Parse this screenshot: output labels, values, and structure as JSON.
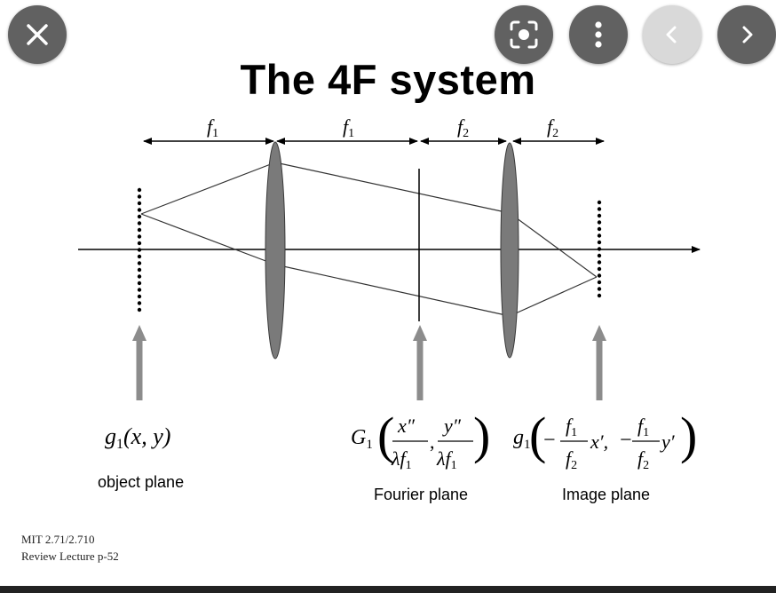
{
  "viewer_controls": {
    "close_icon": "close-icon",
    "lens_icon": "visual-search-icon",
    "more_icon": "more-vertical-icon",
    "prev_icon": "chevron-left-icon",
    "next_icon": "chevron-right-icon"
  },
  "slide": {
    "title": "The 4F system",
    "distance_labels": [
      "f",
      "1",
      "f",
      "1",
      "f",
      "2",
      "f",
      "2"
    ],
    "object_formula": {
      "g": "g",
      "sub": "1",
      "args": "(x, y)"
    },
    "fourier_formula": {
      "G": "G",
      "sub": "1",
      "x_num": "x″",
      "y_num": "y″",
      "den_lambda": "λf",
      "den_sub": "1"
    },
    "image_formula": {
      "g": "g",
      "sub": "1",
      "f_num": "f",
      "f_num_sub": "1",
      "f_den": "f",
      "f_den_sub": "2",
      "xp": "x′,",
      "yp": "y′",
      "minus": "−"
    },
    "labels": {
      "object": "object plane",
      "fourier": "Fourier plane",
      "image": "Image plane"
    },
    "credit_line1": "MIT 2.71/2.710",
    "credit_line2": "Review Lecture p-52"
  },
  "colors": {
    "button": "#616161",
    "button_disabled": "#d9d9d9",
    "lens_fill": "#7a7a7a",
    "arrow_fill": "#8c8c8c"
  }
}
